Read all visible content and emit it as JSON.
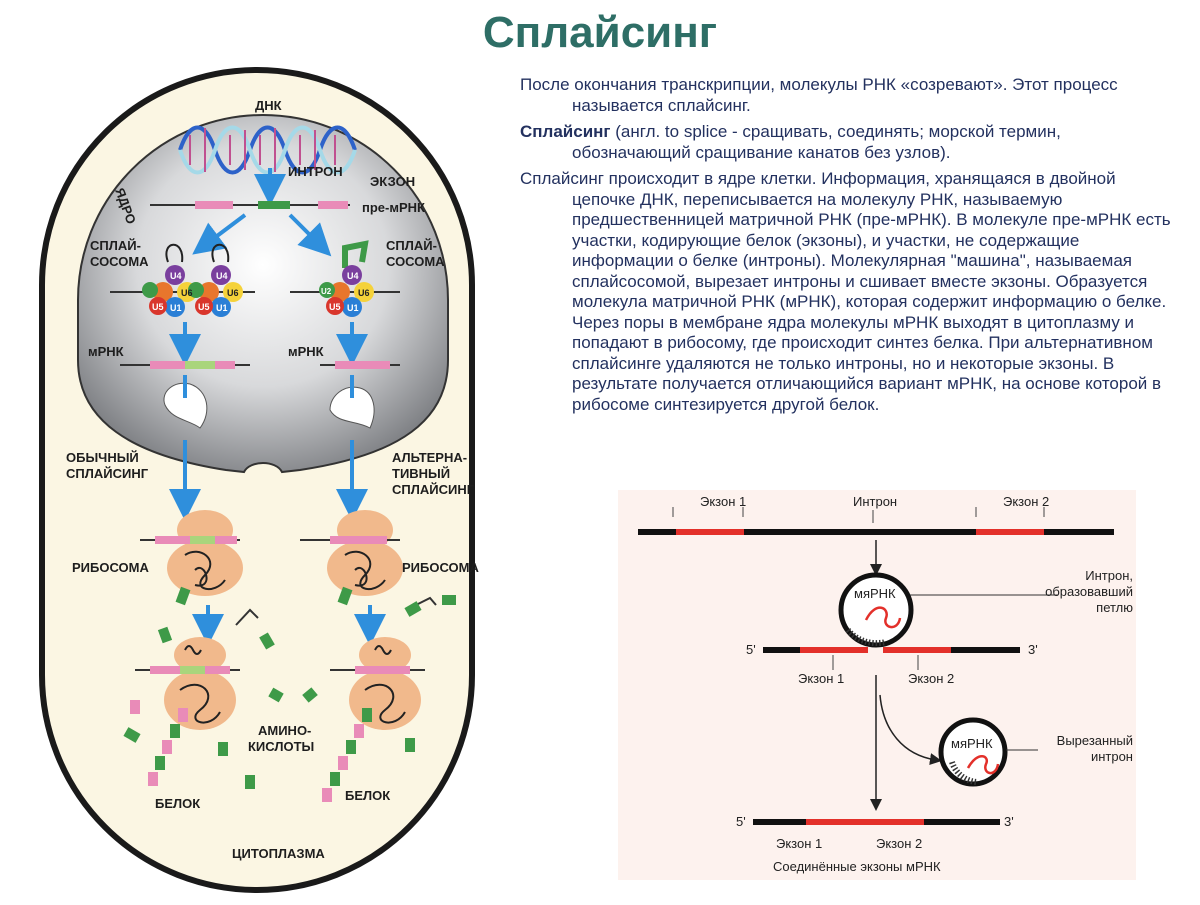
{
  "title": "Сплайсинг",
  "text": {
    "p1": "После окончания транскрипции, молекулы РНК «созревают». Этот процесс называется сплайсинг.",
    "p2_term": "Сплайсинг",
    "p2_rest": " (англ. to splice - сращивать, соединять; морской термин, обозначающий сращивание канатов без узлов).",
    "p3": "Сплайсинг происходит в ядре клетки. Информация, хранящаяся в двойной цепочке ДНК, переписывается на молекулу РНК, называемую предшественницей матричной РНК (пре-мРНК). В молекуле пре-мРНК есть участки, кодирующие белок (экзоны), и участки, не содержащие информации о белке (интроны). Молекулярная \"машина\", называемая сплайсосомой, вырезает интроны и сшивает вместе экзоны. Образуется молекула матричной РНК (мРНК), которая содержит информацию о белке. Через поры в мембране ядра молекулы мРНК выходят в цитоплазму и попадают в рибосому, где происходит синтез белка. При альтернативном сплайсинге удаляются не только интроны, но и некоторые экзоны. В результате получается отличающийся вариант мРНК, на основе которой в рибосоме синтезируется другой белок."
  },
  "cell": {
    "dna": "ДНК",
    "nucleus": "ЯДРО",
    "intron": "ИНТРОН",
    "exon": "ЭКЗОН",
    "pre_mrna": "пре-мРНК",
    "spliceosome_l1": "СПЛАЙ-",
    "spliceosome_l2": "СОСОМА",
    "mrna": "мРНК",
    "u4": "U4",
    "u6": "U6",
    "u5": "U5",
    "u1": "U1",
    "u2": "U2",
    "normal_l1": "ОБЫЧНЫЙ",
    "normal_l2": "СПЛАЙСИНГ",
    "alt_l1": "АЛЬТЕРНА-",
    "alt_l2": "ТИВНЫЙ",
    "alt_l3": "СПЛАЙСИНГ",
    "ribosome": "РИБОСОМА",
    "amino_l1": "АМИНО-",
    "amino_l2": "КИСЛОТЫ",
    "protein": "БЕЛОК",
    "cytoplasm": "ЦИТОПЛАЗМА"
  },
  "mech": {
    "exon1": "Экзон 1",
    "intron": "Интрон",
    "exon2": "Экзон 2",
    "snrna": "мяРНК",
    "loop_l1": "Интрон,",
    "loop_l2": "образовавший",
    "loop_l3": "петлю",
    "five": "5'",
    "three": "3'",
    "cut_l1": "Вырезанный",
    "cut_l2": "интрон",
    "joined": "Соединённые экзоны мРНК"
  },
  "colors": {
    "title": "#2e6e66",
    "text": "#23315f",
    "exon_red": "#e3302a",
    "pink": "#e98bb8",
    "green": "#3e9a48",
    "arrow_blue": "#2f8fdc",
    "ribosome": "#f1b98c",
    "cell_fill": "#fbf6e3",
    "mech_bg": "#fdf2ee"
  }
}
